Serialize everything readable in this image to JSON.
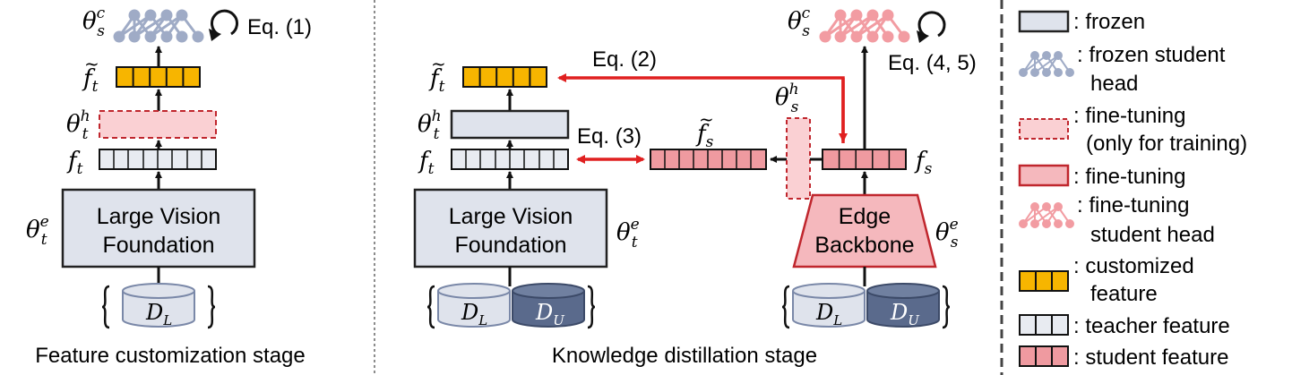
{
  "symbols": {
    "theta_s_c": "θ",
    "sup_c": "c",
    "sub_s": "s",
    "theta_t_h": "θ",
    "sup_h": "h",
    "sub_t": "t",
    "theta_t_e": "θ",
    "sup_e": "e",
    "theta_s_h": "θ",
    "theta_s_e": "θ",
    "f": "f",
    "tilde": "~"
  },
  "stage1": {
    "eq1": "Eq. (1)",
    "encoder_line1": "Large Vision",
    "encoder_line2": "Foundation",
    "dataset_L": "D",
    "dataset_L_sub": "L",
    "caption": "Feature customization stage"
  },
  "stage2": {
    "eq2": "Eq. (2)",
    "eq3": "Eq. (3)",
    "eq45": "Eq. (4, 5)",
    "teacher_line1": "Large Vision",
    "teacher_line2": "Foundation",
    "student_line1": "Edge",
    "student_line2": "Backbone",
    "dataset_L": "D",
    "dataset_L_sub": "L",
    "dataset_U": "D",
    "dataset_U_sub": "U",
    "caption": "Knowledge distillation stage"
  },
  "legend": {
    "items": [
      {
        "text": ": frozen"
      },
      {
        "text": ": frozen student",
        "text2": "head"
      },
      {
        "text": ": fine-tuning",
        "text2": "(only for training)"
      },
      {
        "text": ": fine-tuning"
      },
      {
        "text": ": fine-tuning",
        "text2": "student head"
      },
      {
        "text": ": customized",
        "text2": "feature"
      },
      {
        "text": ": teacher feature"
      },
      {
        "text": ": student feature"
      }
    ]
  },
  "colors": {
    "frozen_fill": "#dfe3ec",
    "frozen_stroke": "#222222",
    "pink_fill": "#f5b8bd",
    "pink_light": "#fad0d3",
    "red_stroke": "#c0262d",
    "red_arrow": "#e02020",
    "yellow_fill": "#f7b500",
    "student_feat": "#ef9aa0",
    "teacher_feat": "#e8ebf1",
    "dark_cyl": "#5a6a8c",
    "light_cyl": "#dfe3ec",
    "gray_net": "#9fabc6",
    "pink_net": "#f29ca2"
  }
}
